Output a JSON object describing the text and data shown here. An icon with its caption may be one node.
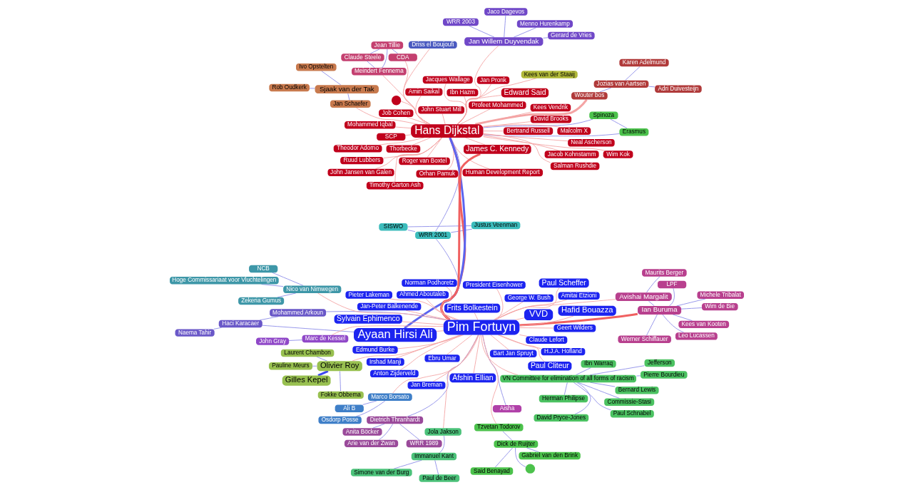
{
  "diagram": {
    "nodes": [
      {
        "text": [
          "Sjaak van der Tak"
        ]
      },
      {
        "text": [
          "Rob Oudkerk"
        ]
      },
      {
        "text": [
          "Jan Schaefer"
        ]
      },
      {
        "text": [
          "Ivo Opstelten"
        ]
      },
      {
        "text": [
          "Justus Veenman"
        ]
      },
      {
        "text": [
          "SISWO"
        ]
      },
      {
        "text": [
          "WRR 2001"
        ]
      },
      {
        "text": [
          "Spinoza"
        ]
      },
      {
        "text": [
          "Erasmus"
        ]
      },
      {
        "text": [
          "Osdorp Posse"
        ]
      },
      {
        "text": [
          "Marco Borsato"
        ]
      },
      {
        "text": [
          "Ali B"
        ]
      },
      {
        "text": [
          "Kees van Kooten"
        ]
      },
      {
        "text": [
          "Wim de Bie"
        ]
      },
      {
        "text": [
          "Michele Tribalat"
        ]
      },
      {
        "text": [
          "Werner Schiffauer"
        ]
      },
      {
        "text": [
          "Leo Lucassen"
        ]
      },
      {
        "text": [
          "Ian Buruma"
        ]
      },
      {
        "text": [
          "Avishai Margalit"
        ]
      },
      {
        "text": [
          "Maurits Berger"
        ]
      },
      {
        "text": [
          "LPF"
        ]
      },
      {
        "text": [
          "Jaco Dagevos"
        ]
      },
      {
        "text": [
          "Menno Hurenkamp"
        ]
      },
      {
        "text": [
          "Jan Willem Duyvendak"
        ]
      },
      {
        "text": [
          "WRR 2003"
        ]
      },
      {
        "text": [
          "Gerard de Vries"
        ]
      },
      {
        "text": [
          "Aisha"
        ]
      },
      {
        "text": [
          "Said Benayad"
        ]
      },
      {
        "text": [
          "Dick de Ruijter"
        ]
      },
      {
        "text": [],
        "shape": "circle"
      },
      {
        "text": [
          "Gabriel van den Brink"
        ]
      },
      {
        "text": [
          "Tzvetan Todorov"
        ]
      },
      {
        "text": [
          "Naema Tahir"
        ]
      },
      {
        "text": [
          "Haci Karacaer"
        ]
      },
      {
        "text": [
          "Mohammed Arkoun"
        ]
      },
      {
        "text": [
          "Hans Dijkstal"
        ]
      },
      {
        "text": [
          "James C. Kennedy"
        ]
      },
      {
        "text": [
          "Edward Said"
        ]
      },
      {
        "text": [
          "SCP"
        ]
      },
      {
        "text": [
          "Theodor Adorno"
        ]
      },
      {
        "text": [
          "Amin Saikal"
        ]
      },
      {
        "text": [
          "Job Cohen"
        ]
      },
      {
        "text": [
          "Thorbecke"
        ]
      },
      {
        "text": [
          "David Brooks"
        ]
      },
      {
        "text": [
          "Jacob Kohnstamm"
        ]
      },
      {
        "text": [
          "Roger van Boxtel"
        ]
      },
      {
        "text": [
          "Salman Rushdie"
        ]
      },
      {
        "text": [
          "Human Development Report"
        ]
      },
      {
        "text": [
          "Neal Ascherson"
        ]
      },
      {
        "text": [
          "Wim Kok"
        ]
      },
      {
        "text": [
          "Ruud Lubbers"
        ]
      },
      {
        "text": [
          "Malcolm X"
        ]
      },
      {
        "text": [
          "Jan Pronk"
        ]
      },
      {
        "text": [
          "Ibn Hazm"
        ]
      },
      {
        "text": [
          "Profeet Mohammed"
        ]
      },
      {
        "text": [
          "Orhan Pamuk"
        ]
      },
      {
        "text": [
          "Timothy Garton Ash"
        ]
      },
      {
        "text": [],
        "shape": "circle"
      },
      {
        "text": [
          "Bertrand Russell"
        ]
      },
      {
        "text": [
          "Mohammed Iqbal"
        ]
      },
      {
        "text": [
          "John Stuart Mill"
        ]
      },
      {
        "text": [
          "Jacques Wallage"
        ]
      },
      {
        "text": [
          "John Jansen van Galen"
        ]
      },
      {
        "text": [
          "Kees Vendrik"
        ]
      },
      {
        "text": [
          "Pim Fortuyn"
        ]
      },
      {
        "text": [
          "Ayaan Hirsi Ali"
        ]
      },
      {
        "text": [
          "VVD"
        ]
      },
      {
        "text": [
          "Hafid Bouazza"
        ]
      },
      {
        "text": [
          "Paul Cliteur"
        ]
      },
      {
        "text": [
          "Sylvain Ephimenco"
        ]
      },
      {
        "text": [
          "Afshin Ellian"
        ]
      },
      {
        "text": [
          "Paul Scheffer"
        ]
      },
      {
        "text": [
          "Frits Bolkestein"
        ]
      },
      {
        "text": [
          "Edmund Burke"
        ]
      },
      {
        "text": [
          "Ebru Umar"
        ]
      },
      {
        "text": [
          "H.J.A. Hofland"
        ]
      },
      {
        "text": [
          "Amitai Etzioni"
        ]
      },
      {
        "text": [
          "Jan Breman"
        ]
      },
      {
        "text": [
          "Irshad Manji"
        ]
      },
      {
        "text": [
          "Geert Wilders"
        ]
      },
      {
        "text": [
          "Jan-Peter Balkenende"
        ]
      },
      {
        "text": [
          "Anton Zijderveld"
        ]
      },
      {
        "text": [
          "Claude Lefort"
        ]
      },
      {
        "text": [
          "Bart Jan Spruyt"
        ]
      },
      {
        "text": [
          "President Eisenhower"
        ]
      },
      {
        "text": [
          "Norman Podhoretz"
        ]
      },
      {
        "text": [
          "George W. Bush"
        ]
      },
      {
        "text": [
          "Pieter Lakeman"
        ]
      },
      {
        "text": [
          "Ahmed Aboutaleb"
        ]
      },
      {
        "text": [
          "Marc de Kessel"
        ]
      },
      {
        "text": [
          "John Gray"
        ]
      },
      {
        "text": [
          "Driss el Boujoufi"
        ]
      },
      {
        "text": [
          "Kees van der Staaij"
        ]
      },
      {
        "text": [
          "CDA"
        ]
      },
      {
        "text": [
          "Jean Tillie"
        ]
      },
      {
        "text": [
          "Claude Steele"
        ]
      },
      {
        "text": [
          "Meindert Fennema"
        ]
      },
      {
        "text": [
          "Wouter bos"
        ]
      },
      {
        "text": [
          "Jozias van Aartsen"
        ]
      },
      {
        "text": [
          "Adri Duivesteijn"
        ]
      },
      {
        "text": [
          "Karen Adelmund"
        ]
      },
      {
        "text": [
          "Nico van Nimwegen"
        ]
      },
      {
        "text": [
          "Hoge Commissariaat voor Vluchtelingen"
        ]
      },
      {
        "text": [
          "Zekeria Gumus"
        ]
      },
      {
        "text": [
          "NCB"
        ]
      },
      {
        "text": [
          "Commissie-Stasi"
        ]
      },
      {
        "text": [
          "Paul Schnabel"
        ]
      },
      {
        "text": [
          "VN Committee for elimination of all forms of racism"
        ]
      },
      {
        "text": [
          "Pierre Bourdieu"
        ]
      },
      {
        "text": [
          "Jefferson"
        ]
      },
      {
        "text": [
          "David Pryce-Jones"
        ]
      },
      {
        "text": [
          "Bernard Lewis"
        ]
      },
      {
        "text": [
          "Ibn Warraq"
        ]
      },
      {
        "text": [
          "Herman Philipse"
        ]
      },
      {
        "text": [
          "Pauline Meurs"
        ]
      },
      {
        "text": [
          "Laurent Chambon"
        ]
      },
      {
        "text": [
          "Olivier Roy"
        ]
      },
      {
        "text": [
          "Gilles Kepel"
        ]
      },
      {
        "text": [
          "Fokke Obbema"
        ]
      },
      {
        "text": [
          "WRR 1989"
        ]
      },
      {
        "text": [
          "Dietrich Thranhardt"
        ]
      },
      {
        "text": [
          "Anita Böcker"
        ]
      },
      {
        "text": [
          "Arie van der Zwan"
        ]
      },
      {
        "text": [
          "Jola Jakson"
        ]
      },
      {
        "text": [
          "Paul de Beer"
        ]
      },
      {
        "text": [
          "Simone van der Burg"
        ]
      },
      {
        "text": [
          "Immanuel Kant"
        ]
      }
    ],
    "edges": [
      {
        "from": 0,
        "to": 1,
        "arrow": "none",
        "color": "#8c8ce8"
      },
      {
        "from": 0,
        "to": 2,
        "arrow": "none",
        "color": "#8c8ce8"
      },
      {
        "from": 0,
        "to": 3,
        "arrow": "none",
        "color": "#8c8ce8"
      },
      {
        "from": 4,
        "to": 5,
        "arrow": "none",
        "color": "#8c8ce8"
      },
      {
        "from": 4,
        "to": 6,
        "arrow": "none",
        "color": "#8c8ce8"
      },
      {
        "from": 5,
        "to": 6,
        "arrow": "none",
        "color": "#8c8ce8"
      },
      {
        "from": 7,
        "to": 8,
        "arrow": "none",
        "color": "#8c8ce8"
      },
      {
        "from": 10,
        "to": 9,
        "arrow": "none",
        "color": "#8c8ce8"
      },
      {
        "from": 10,
        "to": 11,
        "arrow": "none",
        "color": "#8c8ce8"
      },
      {
        "from": 17,
        "to": 12,
        "arrow": "none",
        "color": "#8c8ce8"
      },
      {
        "from": 17,
        "to": 13,
        "arrow": "none",
        "color": "#8c8ce8"
      },
      {
        "from": 17,
        "to": 14,
        "arrow": "none",
        "color": "#8c8ce8"
      },
      {
        "from": 17,
        "to": 15,
        "arrow": "none",
        "color": "#8c8ce8"
      },
      {
        "from": 17,
        "to": 16,
        "arrow": "none",
        "color": "#8c8ce8"
      },
      {
        "from": 17,
        "to": 18,
        "arrow": "none",
        "color": "#8c8ce8"
      },
      {
        "from": 18,
        "to": 19,
        "arrow": "none",
        "color": "#8c8ce8"
      },
      {
        "from": 17,
        "to": 20,
        "arrow": "none",
        "color": "#8c8ce8"
      },
      {
        "from": 23,
        "to": 21,
        "arrow": "none",
        "color": "#8c8ce8"
      },
      {
        "from": 23,
        "to": 22,
        "arrow": "none",
        "color": "#8c8ce8"
      },
      {
        "from": 23,
        "to": 24,
        "arrow": "none",
        "color": "#8c8ce8"
      },
      {
        "from": 23,
        "to": 25,
        "arrow": "none",
        "color": "#8c8ce8"
      },
      {
        "from": 28,
        "to": 27,
        "arrow": "none",
        "color": "#8c8ce8"
      },
      {
        "from": 28,
        "to": 29,
        "arrow": "none",
        "color": "#8c8ce8"
      },
      {
        "from": 28,
        "to": 30,
        "arrow": "none",
        "color": "#8c8ce8"
      },
      {
        "from": 28,
        "to": 31,
        "arrow": "none",
        "color": "#8c8ce8"
      },
      {
        "from": 33,
        "to": 32,
        "arrow": "none",
        "color": "#8c8ce8"
      },
      {
        "from": 33,
        "to": 34,
        "arrow": "none",
        "color": "#8c8ce8"
      },
      {
        "from": 35,
        "to": 36,
        "arrow": "none"
      },
      {
        "from": 35,
        "to": 37,
        "arrow": "none"
      },
      {
        "from": 35,
        "to": 38,
        "arrow": "none"
      },
      {
        "from": 35,
        "to": 39,
        "arrow": "none"
      },
      {
        "from": 35,
        "to": 40,
        "arrow": "none"
      },
      {
        "from": 35,
        "to": 41,
        "arrow": "none"
      },
      {
        "from": 35,
        "to": 42,
        "arrow": "none"
      },
      {
        "from": 35,
        "to": 43,
        "arrow": "none"
      },
      {
        "from": 35,
        "to": 44,
        "arrow": "none"
      },
      {
        "from": 35,
        "to": 45,
        "arrow": "none"
      },
      {
        "from": 35,
        "to": 46,
        "arrow": "none"
      },
      {
        "from": 35,
        "to": 47,
        "arrow": "none"
      },
      {
        "from": 35,
        "to": 48,
        "arrow": "none"
      },
      {
        "from": 35,
        "to": 49,
        "arrow": "none"
      },
      {
        "from": 35,
        "to": 50,
        "arrow": "none"
      },
      {
        "from": 35,
        "to": 51,
        "arrow": "none"
      },
      {
        "from": 35,
        "to": 52,
        "arrow": "none"
      },
      {
        "from": 35,
        "to": 53,
        "arrow": "none"
      },
      {
        "from": 35,
        "to": 54,
        "arrow": "none"
      },
      {
        "from": 35,
        "to": 55,
        "arrow": "none"
      },
      {
        "from": 35,
        "to": 56,
        "arrow": "none"
      },
      {
        "from": 35,
        "to": 57,
        "arrow": "none"
      },
      {
        "from": 35,
        "to": 58,
        "arrow": "none"
      },
      {
        "from": 35,
        "to": 59,
        "arrow": "none"
      },
      {
        "from": 35,
        "to": 60,
        "arrow": "none"
      },
      {
        "from": 35,
        "to": 61,
        "arrow": "none"
      },
      {
        "from": 35,
        "to": 62,
        "arrow": "none"
      },
      {
        "from": 35,
        "to": 63,
        "arrow": "none"
      },
      {
        "from": 64,
        "to": 65,
        "arrow": "none"
      },
      {
        "from": 64,
        "to": 66,
        "arrow": "none"
      },
      {
        "from": 64,
        "to": 67,
        "arrow": "none"
      },
      {
        "from": 64,
        "to": 68,
        "arrow": "none"
      },
      {
        "from": 64,
        "to": 69,
        "arrow": "none"
      },
      {
        "from": 64,
        "to": 70,
        "arrow": "none"
      },
      {
        "from": 64,
        "to": 71,
        "arrow": "none"
      },
      {
        "from": 64,
        "to": 72,
        "arrow": "none"
      },
      {
        "from": 64,
        "to": 73,
        "arrow": "none"
      },
      {
        "from": 64,
        "to": 74,
        "arrow": "none"
      },
      {
        "from": 64,
        "to": 75,
        "arrow": "none"
      },
      {
        "from": 64,
        "to": 76,
        "arrow": "none"
      },
      {
        "from": 64,
        "to": 77,
        "arrow": "none"
      },
      {
        "from": 64,
        "to": 78,
        "arrow": "none"
      },
      {
        "from": 64,
        "to": 79,
        "arrow": "none"
      },
      {
        "from": 64,
        "to": 80,
        "arrow": "none"
      },
      {
        "from": 64,
        "to": 81,
        "arrow": "none"
      },
      {
        "from": 64,
        "to": 82,
        "arrow": "none"
      },
      {
        "from": 64,
        "to": 83,
        "arrow": "none"
      },
      {
        "from": 64,
        "to": 84,
        "arrow": "none"
      },
      {
        "from": 64,
        "to": 85,
        "arrow": "none"
      },
      {
        "from": 64,
        "to": 86,
        "arrow": "none"
      },
      {
        "from": 64,
        "to": 87,
        "arrow": "none"
      },
      {
        "from": 64,
        "to": 88,
        "arrow": "none"
      },
      {
        "from": 89,
        "to": 90,
        "arrow": "none",
        "color": "#8c8ce8"
      },
      {
        "from": 93,
        "to": 94,
        "arrow": "none",
        "color": "#8c8ce8"
      },
      {
        "from": 94,
        "to": 95,
        "arrow": "none",
        "color": "#8c8ce8"
      },
      {
        "from": 94,
        "to": 96,
        "arrow": "none",
        "color": "#8c8ce8"
      },
      {
        "from": 95,
        "to": 96,
        "arrow": "none",
        "color": "#8c8ce8"
      },
      {
        "from": 98,
        "to": 97,
        "arrow": "none",
        "color": "#8c8ce8"
      },
      {
        "from": 98,
        "to": 99,
        "arrow": "none",
        "color": "#8c8ce8"
      },
      {
        "from": 98,
        "to": 100,
        "arrow": "none",
        "color": "#8c8ce8"
      },
      {
        "from": 101,
        "to": 102,
        "arrow": "none",
        "color": "#8c8ce8"
      },
      {
        "from": 101,
        "to": 103,
        "arrow": "none",
        "color": "#8c8ce8"
      },
      {
        "from": 101,
        "to": 104,
        "arrow": "none",
        "color": "#8c8ce8"
      },
      {
        "from": 107,
        "to": 105,
        "arrow": "none",
        "color": "#8c8ce8"
      },
      {
        "from": 107,
        "to": 106,
        "arrow": "none",
        "color": "#8c8ce8"
      },
      {
        "from": 107,
        "to": 108,
        "arrow": "none",
        "color": "#8c8ce8"
      },
      {
        "from": 107,
        "to": 109,
        "arrow": "none",
        "color": "#8c8ce8"
      },
      {
        "from": 107,
        "to": 110,
        "arrow": "none",
        "color": "#8c8ce8"
      },
      {
        "from": 107,
        "to": 111,
        "arrow": "none",
        "color": "#8c8ce8"
      },
      {
        "from": 107,
        "to": 112,
        "arrow": "none",
        "color": "#8c8ce8"
      },
      {
        "from": 107,
        "to": 113,
        "arrow": "none",
        "color": "#8c8ce8"
      },
      {
        "from": 116,
        "to": 117,
        "arrow": "none",
        "style": "thick",
        "color": "#3c46f0"
      },
      {
        "from": 116,
        "to": 114,
        "arrow": "none",
        "color": "#8c8ce8"
      },
      {
        "from": 116,
        "to": 115,
        "arrow": "none",
        "color": "#8c8ce8"
      },
      {
        "from": 116,
        "to": 118,
        "arrow": "none",
        "color": "#8c8ce8"
      },
      {
        "from": 120,
        "to": 119,
        "arrow": "none",
        "color": "#8c8ce8"
      },
      {
        "from": 120,
        "to": 121,
        "arrow": "none",
        "color": "#8c8ce8"
      },
      {
        "from": 120,
        "to": 122,
        "arrow": "none",
        "color": "#8c8ce8"
      },
      {
        "from": 126,
        "to": 123,
        "arrow": "none",
        "color": "#8c8ce8"
      },
      {
        "from": 126,
        "to": 124,
        "arrow": "none",
        "color": "#8c8ce8"
      },
      {
        "from": 126,
        "to": 125,
        "arrow": "none",
        "color": "#8c8ce8"
      },
      {
        "from": 35,
        "to": 64,
        "arrow": "none",
        "style": "thick",
        "color": "#f06060"
      },
      {
        "from": 36,
        "to": 64,
        "arrow": "none",
        "style": "thick",
        "color": "#f06060"
      },
      {
        "from": 35,
        "to": 65,
        "arrow": "none",
        "style": "thick",
        "color": "#5a64f0"
      },
      {
        "from": 2,
        "to": 35,
        "arrow": "none"
      },
      {
        "from": 6,
        "to": 35,
        "arrow": "none",
        "color": "#8c8ce8"
      },
      {
        "from": 6,
        "to": 64,
        "arrow": "none",
        "color": "#8c8ce8"
      },
      {
        "from": 26,
        "to": 64,
        "arrow": "none",
        "color": "#8c8ce8"
      },
      {
        "from": 31,
        "to": 64,
        "arrow": "none"
      },
      {
        "from": 17,
        "to": 64,
        "arrow": "none",
        "style": "thick",
        "color": "#f06060"
      },
      {
        "from": 18,
        "to": 64,
        "arrow": "none"
      },
      {
        "from": 33,
        "to": 65,
        "arrow": "none",
        "color": "#8c8ce8"
      },
      {
        "from": 34,
        "to": 64,
        "arrow": "none",
        "color": "#8c8ce8"
      },
      {
        "from": 23,
        "to": 35,
        "arrow": "none"
      },
      {
        "from": 91,
        "to": 35,
        "arrow": "none"
      },
      {
        "from": 92,
        "to": 35,
        "arrow": "none"
      },
      {
        "from": 93,
        "to": 35,
        "arrow": "none"
      },
      {
        "from": 96,
        "to": 35,
        "arrow": "none"
      },
      {
        "from": 97,
        "to": 35,
        "arrow": "none",
        "style": "thick"
      },
      {
        "from": 89,
        "to": 64,
        "arrow": "none"
      },
      {
        "from": 101,
        "to": 64,
        "arrow": "none"
      },
      {
        "from": 107,
        "to": 64,
        "arrow": "none"
      },
      {
        "from": 116,
        "to": 64,
        "arrow": "none"
      },
      {
        "from": 120,
        "to": 64,
        "arrow": "none",
        "color": "#8c8ce8"
      },
      {
        "from": 123,
        "to": 64,
        "arrow": "none"
      },
      {
        "from": 10,
        "to": 64,
        "arrow": "none"
      },
      {
        "from": 7,
        "to": 35,
        "arrow": "none",
        "color": "#8c8ce8"
      },
      {
        "from": 8,
        "to": 35,
        "arrow": "none",
        "color": "#8c8ce8"
      }
    ]
  }
}
